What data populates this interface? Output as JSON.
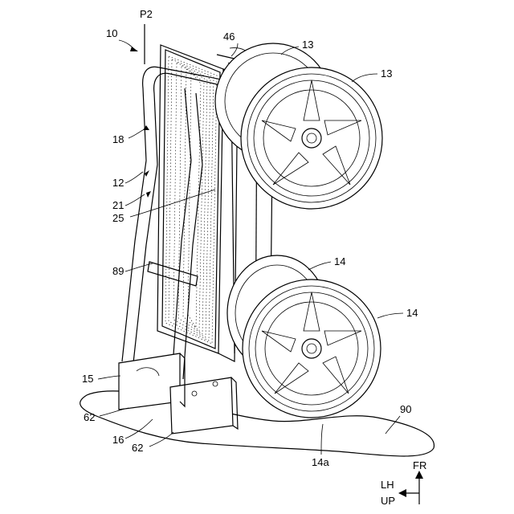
{
  "figure": {
    "labels": {
      "l10": "10",
      "lP2": "P2",
      "l46": "46",
      "l13a": "13",
      "l13b": "13",
      "l18": "18",
      "l12": "12",
      "l21": "21",
      "l25": "25",
      "l89": "89",
      "l14a_ref": "14",
      "l14b_ref": "14",
      "l15": "15",
      "l62a": "62",
      "l16": "16",
      "l62b": "62",
      "l14a": "14a",
      "l90": "90"
    },
    "axes": {
      "fr": "FR",
      "lh": "LH",
      "up": "UP"
    }
  }
}
